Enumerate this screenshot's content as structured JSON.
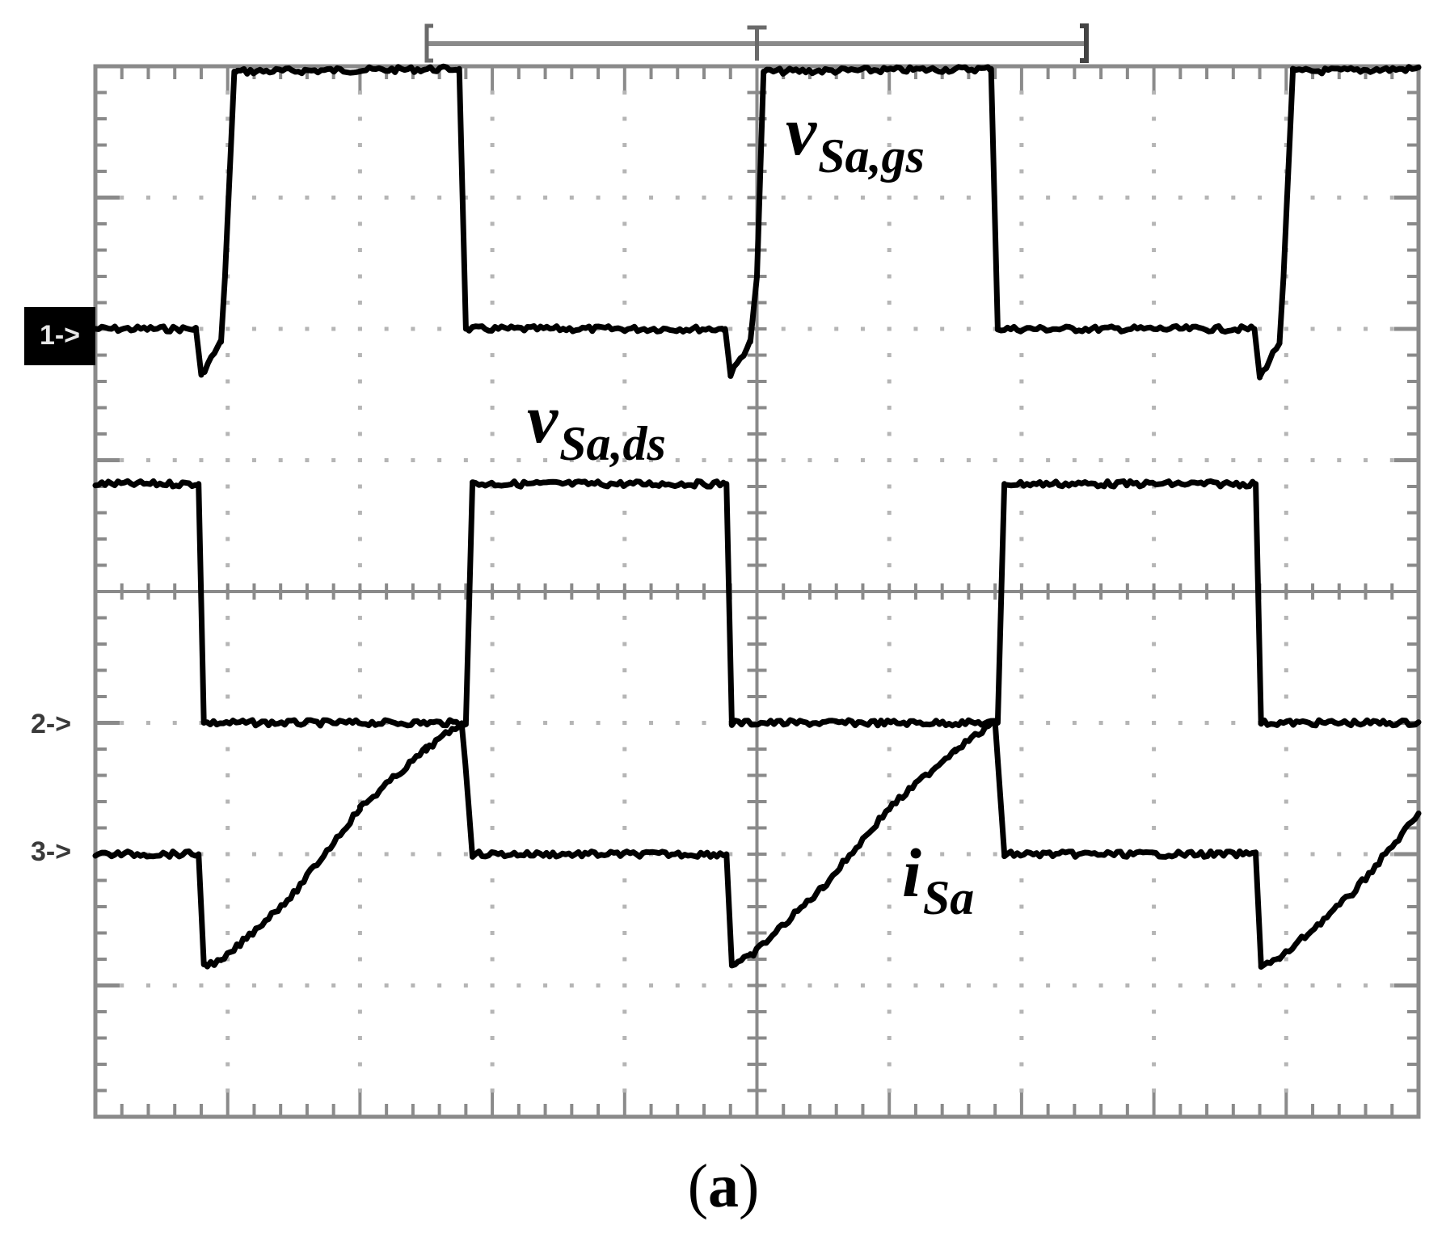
{
  "figure": {
    "caption_open": "(",
    "caption_letter": "a",
    "caption_close": ")"
  },
  "labels": {
    "vgs": {
      "main": "v",
      "sub": "Sa,gs"
    },
    "vds": {
      "main": "v",
      "sub": "Sa,ds"
    },
    "isa": {
      "main": "i",
      "sub": "Sa"
    }
  },
  "markers": {
    "ch1": "1->",
    "ch2": "2->",
    "ch3": "3->"
  },
  "colors": {
    "trace": "#000000",
    "grid_frame": "#8a8a8a",
    "grid_dots": "#b5b5b5",
    "marker_box": "#000000"
  },
  "chart_data": {
    "type": "line",
    "title": "",
    "xlabel": "",
    "ylabel": "",
    "grid": {
      "x_divisions": 10,
      "y_divisions": 8,
      "minor_per_division": 5,
      "style": "oscilloscope-dotted"
    },
    "xlim": [
      0,
      10
    ],
    "ylim": [
      -4,
      4
    ],
    "units": "divisions",
    "trigger_bracket": {
      "start_div": 2.5,
      "center_div": 5.0,
      "end_div": 7.5
    },
    "channel_reference_levels": {
      "ch1": 2.0,
      "ch2": -1.0,
      "ch3": -2.0
    },
    "annotations": [
      "v_Sa,gs",
      "v_Sa,ds",
      "i_Sa",
      "(a)"
    ],
    "series": [
      {
        "name": "v_Sa,gs",
        "channel": 1,
        "x": [
          0.0,
          0.76,
          0.8,
          0.95,
          0.98,
          1.05,
          2.75,
          2.8,
          4.76,
          4.8,
          4.95,
          5.0,
          5.05,
          6.77,
          6.82,
          8.76,
          8.8,
          8.95,
          8.98,
          9.05,
          10.0
        ],
        "y": [
          2.0,
          2.0,
          1.65,
          1.9,
          2.4,
          3.96,
          3.98,
          2.0,
          2.0,
          1.65,
          1.9,
          2.4,
          3.96,
          3.98,
          2.0,
          2.0,
          1.63,
          1.9,
          2.4,
          3.96,
          3.98
        ]
      },
      {
        "name": "v_Sa,ds",
        "channel": 2,
        "x": [
          0.0,
          0.78,
          0.82,
          2.8,
          2.85,
          4.77,
          4.81,
          6.82,
          6.87,
          8.77,
          8.81,
          10.0
        ],
        "y": [
          0.82,
          0.82,
          -1.0,
          -1.0,
          0.82,
          0.82,
          -1.0,
          -1.0,
          0.82,
          0.82,
          -1.0,
          -1.0
        ]
      },
      {
        "name": "i_Sa",
        "channel": 3,
        "x": [
          0.0,
          0.78,
          0.82,
          0.95,
          1.5,
          2.0,
          2.5,
          2.77,
          2.85,
          4.77,
          4.81,
          4.95,
          5.5,
          6.0,
          6.5,
          6.8,
          6.87,
          8.77,
          8.81,
          8.95,
          9.5,
          10.0
        ],
        "y": [
          -2.0,
          -2.0,
          -2.84,
          -2.82,
          -2.3,
          -1.65,
          -1.2,
          -1.0,
          -2.0,
          -2.0,
          -2.84,
          -2.78,
          -2.25,
          -1.65,
          -1.2,
          -1.0,
          -2.0,
          -2.0,
          -2.84,
          -2.8,
          -2.3,
          -1.7
        ]
      }
    ]
  }
}
